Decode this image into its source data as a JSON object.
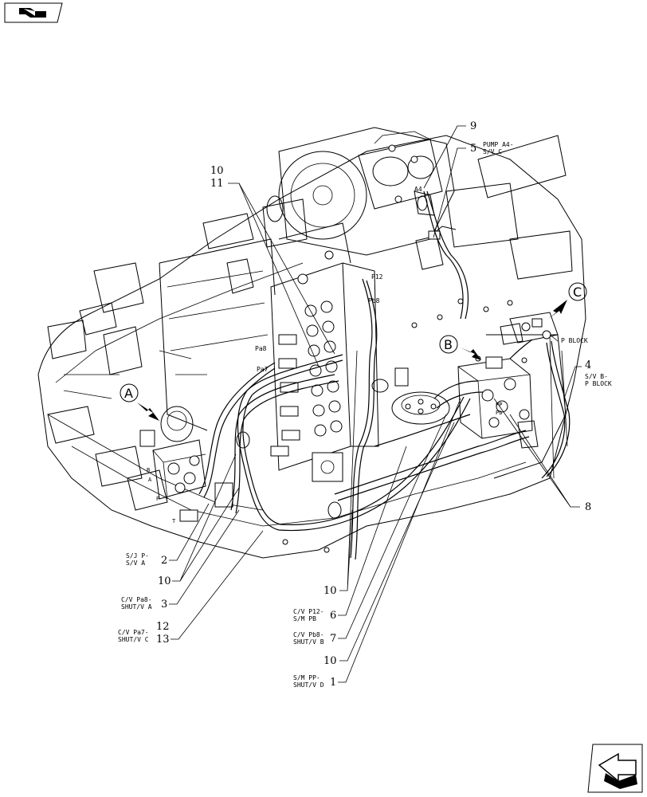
{
  "parts": [
    {
      "id": "p2",
      "desc": [
        "S/J P-",
        "S/V A"
      ],
      "number": "2"
    },
    {
      "id": "p10a",
      "desc": [],
      "number": "10"
    },
    {
      "id": "p3",
      "desc": [
        "C/V Pa8-",
        "SHUT/V A"
      ],
      "number": "3"
    },
    {
      "id": "p12_13",
      "desc": [
        "C/V Pa7-",
        "SHUT/V C"
      ],
      "number": "12",
      "number2": "13"
    },
    {
      "id": "p10b",
      "desc": [],
      "number": "10"
    },
    {
      "id": "p6",
      "desc": [
        "C/V P12-",
        "S/M PB"
      ],
      "number": "6"
    },
    {
      "id": "p7",
      "desc": [
        "C/V Pb8-",
        "SHUT/V B"
      ],
      "number": "7"
    },
    {
      "id": "p10c",
      "desc": [],
      "number": "10"
    },
    {
      "id": "p1",
      "desc": [
        "S/M PP-",
        "SHUT/V D"
      ],
      "number": "1"
    }
  ],
  "top_labels": {
    "n10": "10",
    "n11": "11",
    "n9": "9",
    "n5": "5",
    "pump": [
      "PUMP A4-",
      "S/V C"
    ],
    "n4": "4",
    "sv_b": [
      "S/V B-",
      "P BLOCK"
    ],
    "p_block": "P BLOCK",
    "n8": "8"
  },
  "port_labels": {
    "a4": "A4",
    "p12": "P12",
    "pb8": "Pb8",
    "pa8": "Pa8",
    "pa7": "Pa7",
    "pp": "PP",
    "pb": "Pb",
    "b": "B",
    "a": "A",
    "p": "P",
    "t": "T"
  },
  "callouts": {
    "a": "A",
    "b": "B",
    "c": "C"
  }
}
